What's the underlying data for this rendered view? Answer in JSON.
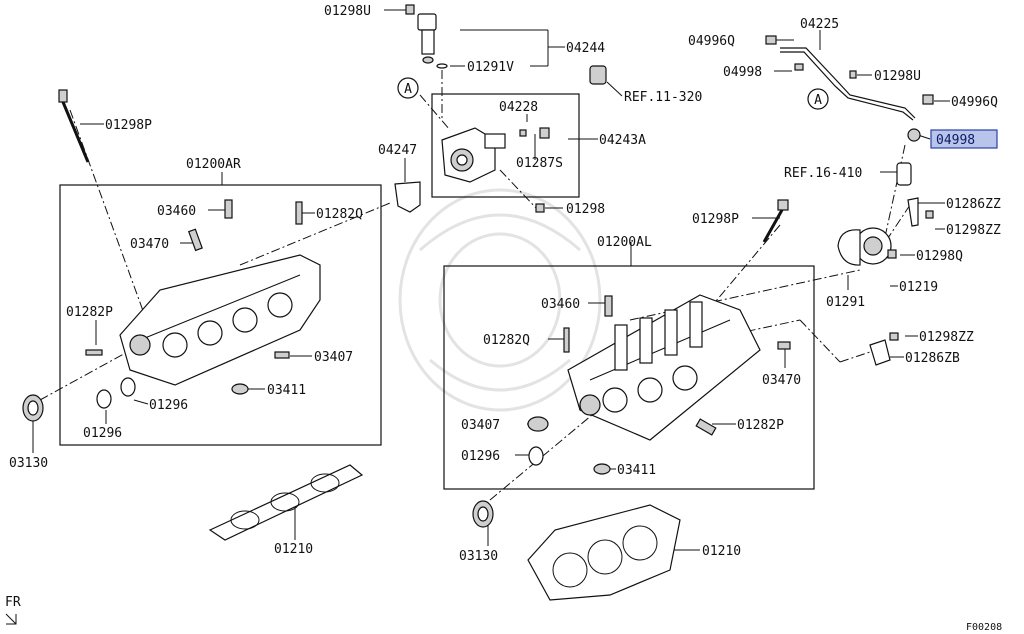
{
  "diagram": {
    "highlighted_part": "04998",
    "highlight_color": "#b9c4ea",
    "highlight_border": "#2d3fa8",
    "figure_code": "F00208",
    "front_marker": "FR",
    "view_marker": "A",
    "labels": {
      "p01298U_top": "01298U",
      "p04244": "04244",
      "p01291V": "01291V",
      "ref11": "REF.11-320",
      "p04228": "04228",
      "p04243A": "04243A",
      "p01287S": "01287S",
      "p01298_mid": "01298",
      "p04247": "04247",
      "p01298P_left": "01298P",
      "p01200AR": "01200AR",
      "p03460_left": "03460",
      "p01282Q_left": "01282Q",
      "p03470_left": "03470",
      "p01282P_left": "01282P",
      "p03407_left": "03407",
      "p03411_left": "03411",
      "p01296_left_a": "01296",
      "p01296_left_b": "01296",
      "p03130_left": "03130",
      "p01210_left": "01210",
      "p04225": "04225",
      "p04996Q_left": "04996Q",
      "p04998_top": "04998",
      "p01298U_right": "01298U",
      "p04996Q_right": "04996Q",
      "p04998_hl": "04998",
      "ref16": "REF.16-410",
      "p01286ZZ_top": "01286ZZ",
      "p01298ZZ_top": "01298ZZ",
      "p01298Q_right": "01298Q",
      "p01291_right": "01291",
      "p01219": "01219",
      "p01298P_right": "01298P",
      "p01200AL": "01200AL",
      "p03460_right": "03460",
      "p01282Q_right": "01282Q",
      "p01298ZZ_bot": "01298ZZ",
      "p01286ZB": "01286ZB",
      "p03470_right": "03470",
      "p03407_right": "03407",
      "p01282P_right": "01282P",
      "p01296_right": "01296",
      "p03411_right": "03411",
      "p03130_right": "03130",
      "p01210_right": "01210"
    }
  }
}
